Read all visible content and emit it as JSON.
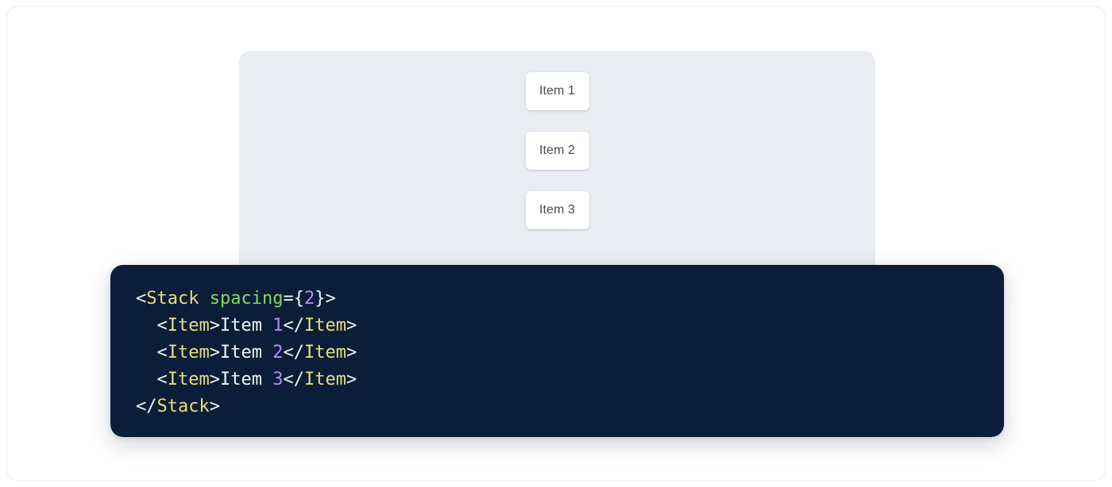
{
  "preview": {
    "panel_bg": "#e9ecf1",
    "items": [
      {
        "label": "Item 1"
      },
      {
        "label": "Item 2"
      },
      {
        "label": "Item 3"
      }
    ]
  },
  "code": {
    "language": "jsx",
    "background": "#0b1d38",
    "colors": {
      "punctuation": "#f2f5f9",
      "tag": "#e6e07a",
      "attribute": "#7fdc62",
      "number": "#b58cf5",
      "text": "#f2f5f9"
    },
    "lines": [
      {
        "tokens": [
          {
            "t": "<",
            "c": "punc"
          },
          {
            "t": "Stack",
            "c": "tag"
          },
          {
            "t": " ",
            "c": "punc"
          },
          {
            "t": "spacing",
            "c": "attr"
          },
          {
            "t": "={",
            "c": "punc"
          },
          {
            "t": "2",
            "c": "num"
          },
          {
            "t": "}>",
            "c": "punc"
          }
        ]
      },
      {
        "tokens": [
          {
            "t": "  <",
            "c": "punc"
          },
          {
            "t": "Item",
            "c": "tag"
          },
          {
            "t": ">",
            "c": "punc"
          },
          {
            "t": "Item ",
            "c": "text"
          },
          {
            "t": "1",
            "c": "num"
          },
          {
            "t": "</",
            "c": "punc"
          },
          {
            "t": "Item",
            "c": "tag"
          },
          {
            "t": ">",
            "c": "punc"
          }
        ]
      },
      {
        "tokens": [
          {
            "t": "  <",
            "c": "punc"
          },
          {
            "t": "Item",
            "c": "tag"
          },
          {
            "t": ">",
            "c": "punc"
          },
          {
            "t": "Item ",
            "c": "text"
          },
          {
            "t": "2",
            "c": "num"
          },
          {
            "t": "</",
            "c": "punc"
          },
          {
            "t": "Item",
            "c": "tag"
          },
          {
            "t": ">",
            "c": "punc"
          }
        ]
      },
      {
        "tokens": [
          {
            "t": "  <",
            "c": "punc"
          },
          {
            "t": "Item",
            "c": "tag"
          },
          {
            "t": ">",
            "c": "punc"
          },
          {
            "t": "Item ",
            "c": "text"
          },
          {
            "t": "3",
            "c": "num"
          },
          {
            "t": "</",
            "c": "punc"
          },
          {
            "t": "Item",
            "c": "tag"
          },
          {
            "t": ">",
            "c": "punc"
          }
        ]
      },
      {
        "tokens": [
          {
            "t": "</",
            "c": "punc"
          },
          {
            "t": "Stack",
            "c": "tag"
          },
          {
            "t": ">",
            "c": "punc"
          }
        ]
      }
    ]
  }
}
